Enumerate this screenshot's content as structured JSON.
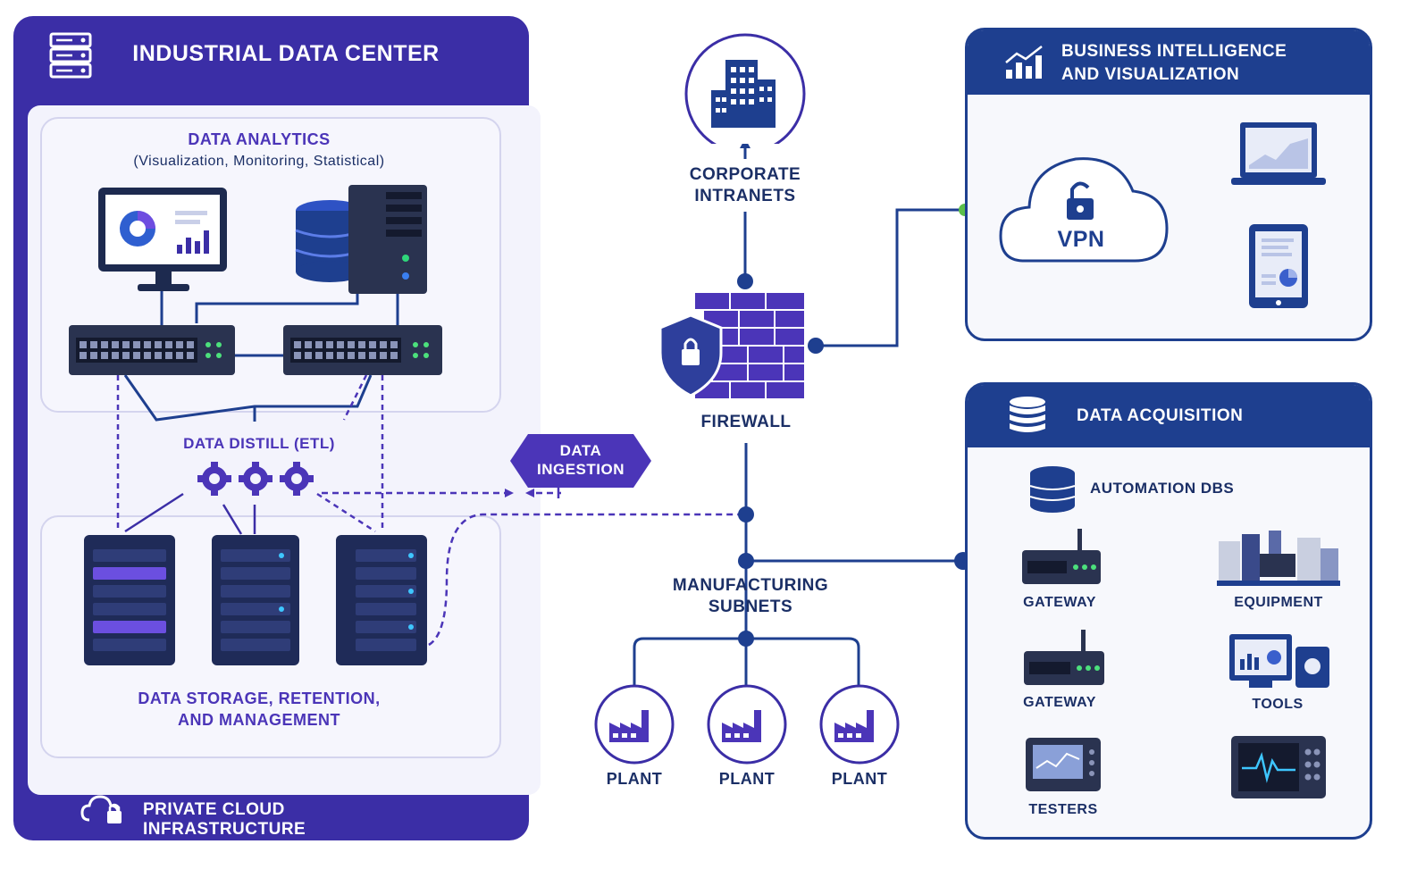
{
  "datacenter": {
    "title": "INDUSTRIAL DATA CENTER",
    "analytics_title": "DATA ANALYTICS",
    "analytics_subtitle": "(Visualization, Monitoring, Statistical)",
    "distill_label": "DATA DISTILL (ETL)",
    "storage_label_line1": "DATA STORAGE, RETENTION,",
    "storage_label_line2": "AND MANAGEMENT",
    "footer": "PRIVATE CLOUD INFRASTRUCTURE"
  },
  "ingestion": {
    "line1": "DATA",
    "line2": "INGESTION"
  },
  "corporate": {
    "line1": "CORPORATE",
    "line2": "INTRANETS"
  },
  "firewall": {
    "label": "FIREWALL"
  },
  "manufacturing": {
    "line1": "MANUFACTURING",
    "line2": "SUBNETS"
  },
  "plants": [
    "PLANT",
    "PLANT",
    "PLANT"
  ],
  "bi": {
    "line1": "BUSINESS INTELLIGENCE",
    "line2": "AND VISUALIZATION",
    "vpn": "VPN"
  },
  "acquisition": {
    "title": "DATA ACQUISITION",
    "automation_dbs": "AUTOMATION DBS",
    "gateway1": "GATEWAY",
    "equipment": "EQUIPMENT",
    "gateway2": "GATEWAY",
    "tools": "TOOLS",
    "testers": "TESTERS"
  },
  "colors": {
    "primary_purple": "#3b2ea6",
    "navy": "#1e3f8f",
    "accent_green": "#5bbf4a"
  }
}
